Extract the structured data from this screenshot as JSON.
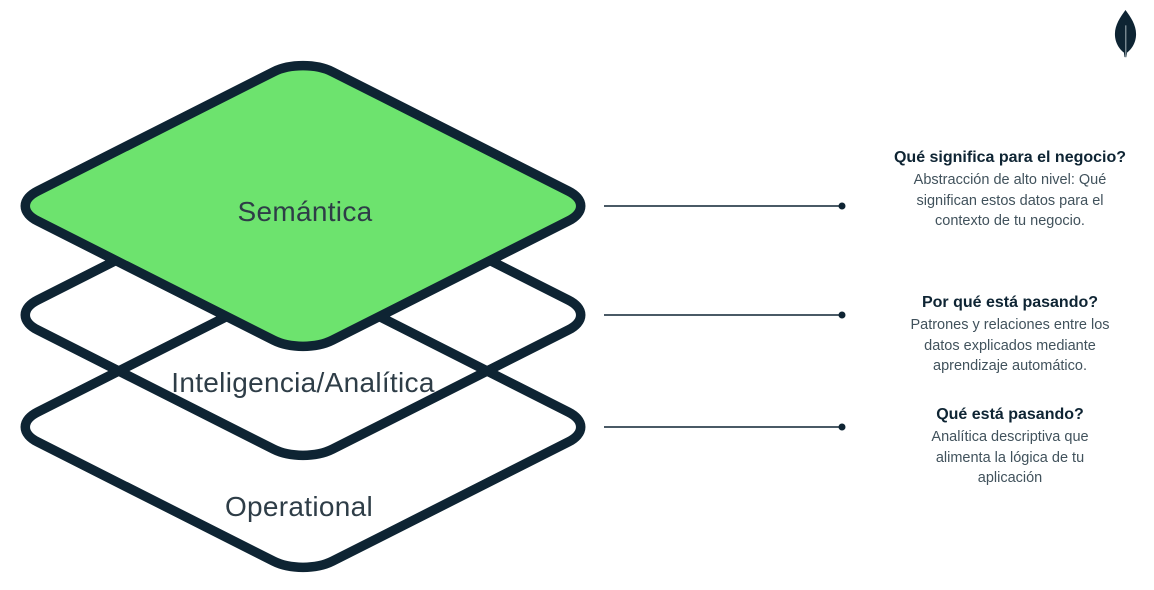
{
  "brand": {
    "logo_icon": "mongodb-leaf-icon",
    "colors": {
      "navy": "#0E2433",
      "green": "#6DE36E",
      "label_text": "#2E3D47",
      "body_text": "#41525C",
      "background": "#FFFFFF"
    }
  },
  "diagram": {
    "type": "stacked-layer-diagram",
    "layers": [
      {
        "label": "Semántica",
        "fill": "#6DE36E",
        "position": "top"
      },
      {
        "label": "Inteligencia/Analítica",
        "fill": "none",
        "position": "middle"
      },
      {
        "label": "Operational",
        "fill": "none",
        "position": "bottom"
      }
    ]
  },
  "annotations": [
    {
      "title": "Qué significa para el negocio?",
      "body_lines": [
        "Abstracción de alto nivel: Qué",
        "significan estos datos para el",
        "contexto de tu negocio."
      ]
    },
    {
      "title": "Por qué está pasando?",
      "body_lines": [
        "Patrones y relaciones entre los",
        "datos explicados mediante",
        "aprendizaje automático."
      ]
    },
    {
      "title": "Qué está pasando?",
      "body_lines": [
        "Analítica descriptiva que",
        "alimenta la lógica de tu",
        "aplicación"
      ]
    }
  ]
}
